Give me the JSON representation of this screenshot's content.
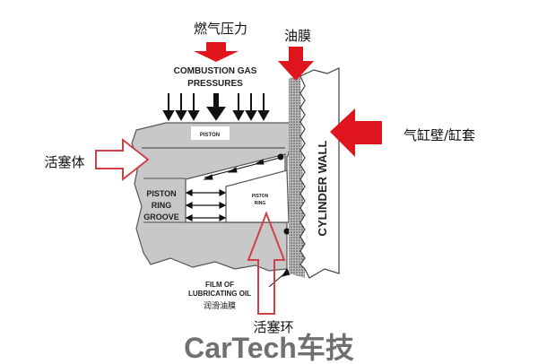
{
  "labels": {
    "gas_pressure_zh": "燃气压力",
    "oil_film_zh": "油膜",
    "combustion_1": "COMBUSTION GAS",
    "combustion_2": "PRESSURES",
    "piston": "PISTON",
    "piston_body_zh": "活塞体",
    "cylinder_wall_zh": "气缸壁/缸套",
    "cylinder_wall": "CYLINDER WALL",
    "groove_1": "PISTON",
    "groove_2": "RING",
    "groove_3": "GROOVE",
    "ring_1": "PISTON",
    "ring_2": "RING",
    "film_1": "FILM OF",
    "film_2": "LUBRICATING OIL",
    "film_zh": "润滑油膜",
    "piston_ring_zh": "活塞环",
    "watermark": "CarTech车技"
  },
  "colors": {
    "red": "#e0141c",
    "gray": "#c8c8c8"
  }
}
